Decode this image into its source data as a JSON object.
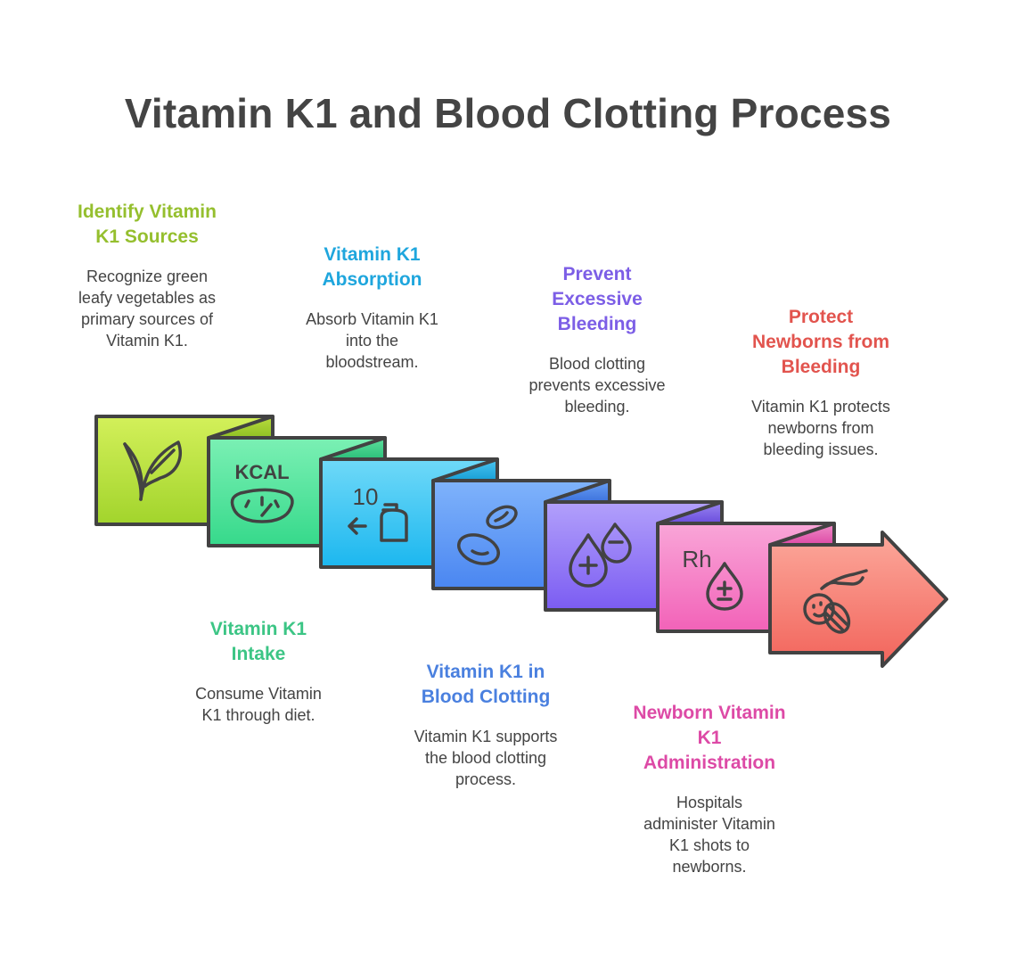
{
  "title": "Vitamin K1 and Blood Clotting Process",
  "colors": {
    "outline": "#424242",
    "text": "#444444",
    "step1": "#95bf2e",
    "step2": "#3cc585",
    "step3": "#1fa6dd",
    "step4": "#4a80df",
    "step5": "#7c5ee6",
    "step6": "#dd4aa6",
    "step7": "#e2544e"
  },
  "steps": [
    {
      "title": "Identify Vitamin\nK1 Sources",
      "description": "Recognize green\nleafy vegetables as\nprimary sources of\nVitamin K1.",
      "icon": "leaf-icon"
    },
    {
      "title": "Vitamin K1\nIntake",
      "description": "Consume Vitamin\nK1 through diet.",
      "icon": "kcal-scale-icon",
      "icon_text": "KCAL"
    },
    {
      "title": "Vitamin K1\nAbsorption",
      "description": "Absorb Vitamin K1\ninto the\nbloodstream.",
      "icon": "absorption-bottle-icon",
      "icon_text": "10"
    },
    {
      "title": "Vitamin K1 in\nBlood Clotting",
      "description": "Vitamin K1 supports\nthe blood clotting\nprocess.",
      "icon": "blood-cells-icon"
    },
    {
      "title": "Prevent\nExcessive\nBleeding",
      "description": "Blood clotting\nprevents excessive\nbleeding.",
      "icon": "blood-drops-icon"
    },
    {
      "title": "Newborn Vitamin\nK1\nAdministration",
      "description": "Hospitals\nadminister Vitamin\nK1 shots to\nnewborns.",
      "icon": "rh-blood-drop-icon",
      "icon_text": "Rh"
    },
    {
      "title": "Protect\nNewborns from\nBleeding",
      "description": "Vitamin K1 protects\nnewborns from\nbleeding issues.",
      "icon": "hand-baby-icon"
    }
  ]
}
